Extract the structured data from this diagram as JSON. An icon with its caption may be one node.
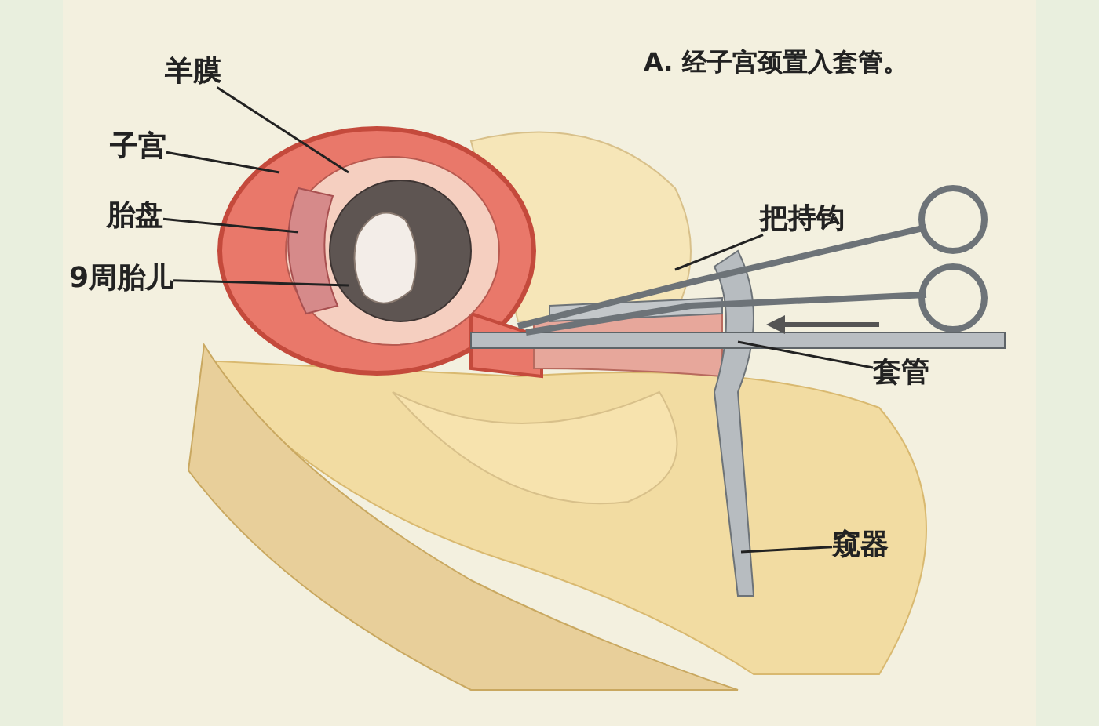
{
  "diagram": {
    "title": "A. 经子宫颈置入套管。",
    "nodes": [
      {
        "text": [
          "羊膜"
        ]
      },
      {
        "text": [
          "子宫"
        ]
      },
      {
        "text": [
          "胎盘"
        ]
      },
      {
        "text": [
          "9周胎儿"
        ]
      },
      {
        "text": [
          "把持钩"
        ]
      },
      {
        "text": [
          "套管"
        ]
      },
      {
        "text": [
          "窥器"
        ]
      }
    ],
    "edges": [
      {
        "from": 0,
        "to": null,
        "arrow": "none"
      },
      {
        "from": 1,
        "to": null,
        "arrow": "none"
      },
      {
        "from": 2,
        "to": null,
        "arrow": "none"
      },
      {
        "from": 3,
        "to": null,
        "arrow": "none"
      },
      {
        "from": 4,
        "to": null,
        "arrow": "none"
      },
      {
        "from": 5,
        "to": null,
        "arrow": "none"
      },
      {
        "from": 6,
        "to": null,
        "arrow": "none"
      }
    ]
  }
}
